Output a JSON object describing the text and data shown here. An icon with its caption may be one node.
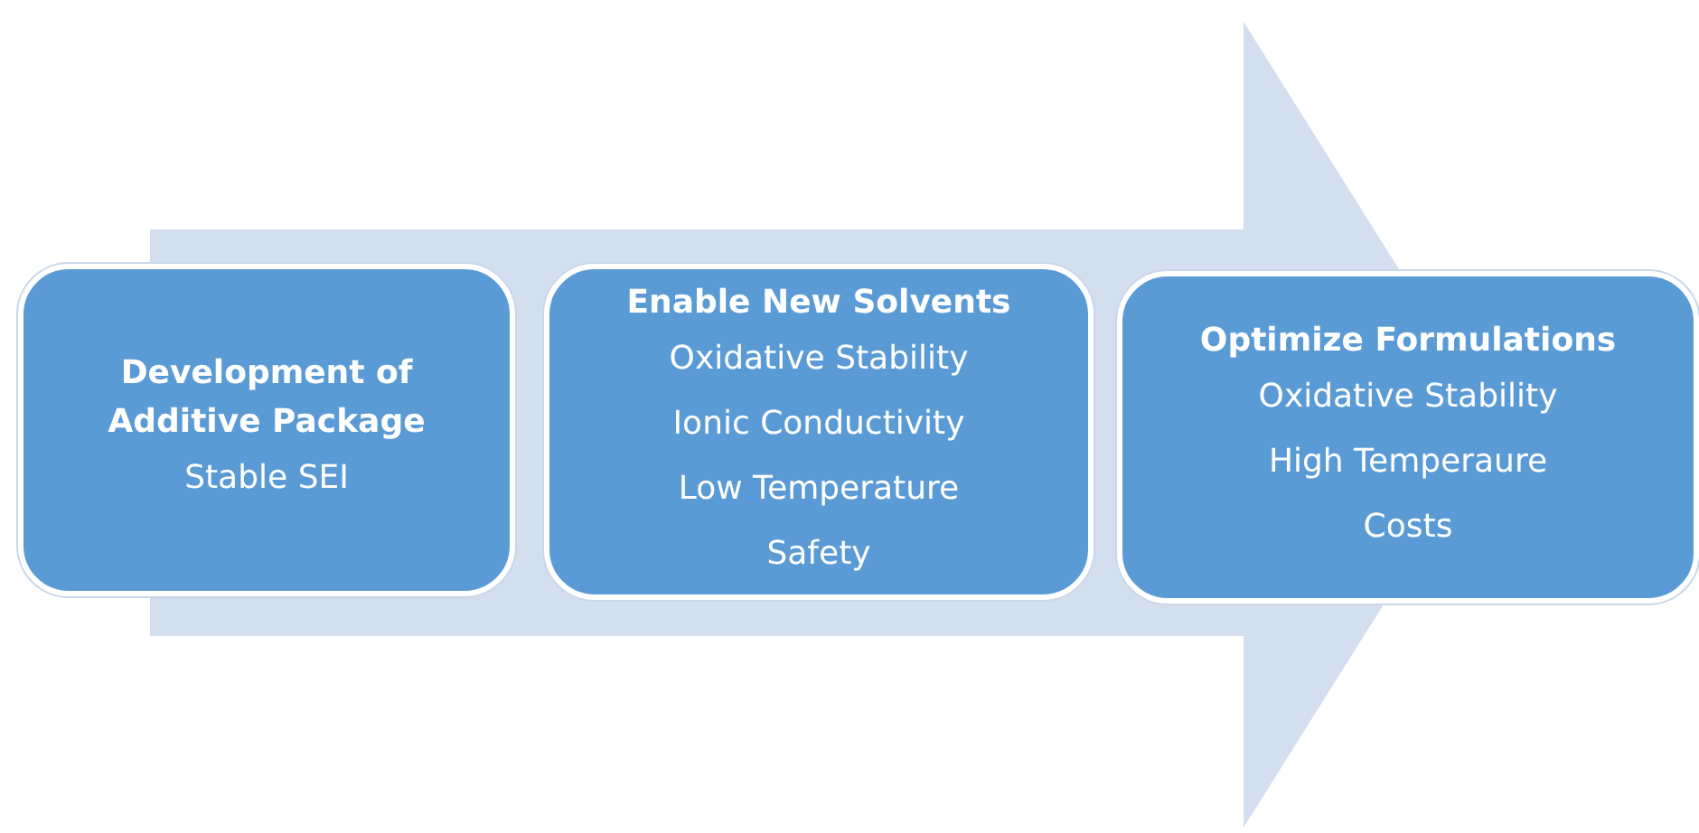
{
  "diagram": {
    "nodes": [
      {
        "text": [
          "Development of Additive Package",
          "Stable SEI"
        ]
      },
      {
        "text": [
          "Enable New Solvents",
          "Oxidative Stability",
          "Ionic Conductivity",
          "Low Temperature",
          "Safety"
        ]
      },
      {
        "text": [
          "Optimize Formulations",
          "Oxidative Stability",
          "High Temperaure",
          "Costs"
        ]
      }
    ],
    "edges": [
      {
        "from": 0,
        "to": 2,
        "arrow": "to"
      }
    ]
  }
}
